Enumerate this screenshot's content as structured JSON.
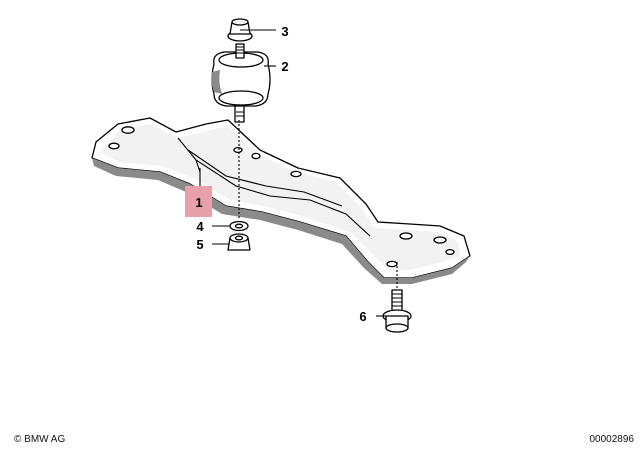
{
  "diagram": {
    "callouts": [
      {
        "id": "1",
        "label": "1",
        "highlighted": true
      },
      {
        "id": "2",
        "label": "2",
        "highlighted": false
      },
      {
        "id": "3",
        "label": "3",
        "highlighted": false
      },
      {
        "id": "4",
        "label": "4",
        "highlighted": false
      },
      {
        "id": "5",
        "label": "5",
        "highlighted": false
      },
      {
        "id": "6",
        "label": "6",
        "highlighted": false
      }
    ],
    "highlight_color": "#e8a0aa"
  },
  "footer": {
    "copyright": "© BMW AG",
    "document_number": "00002896"
  }
}
